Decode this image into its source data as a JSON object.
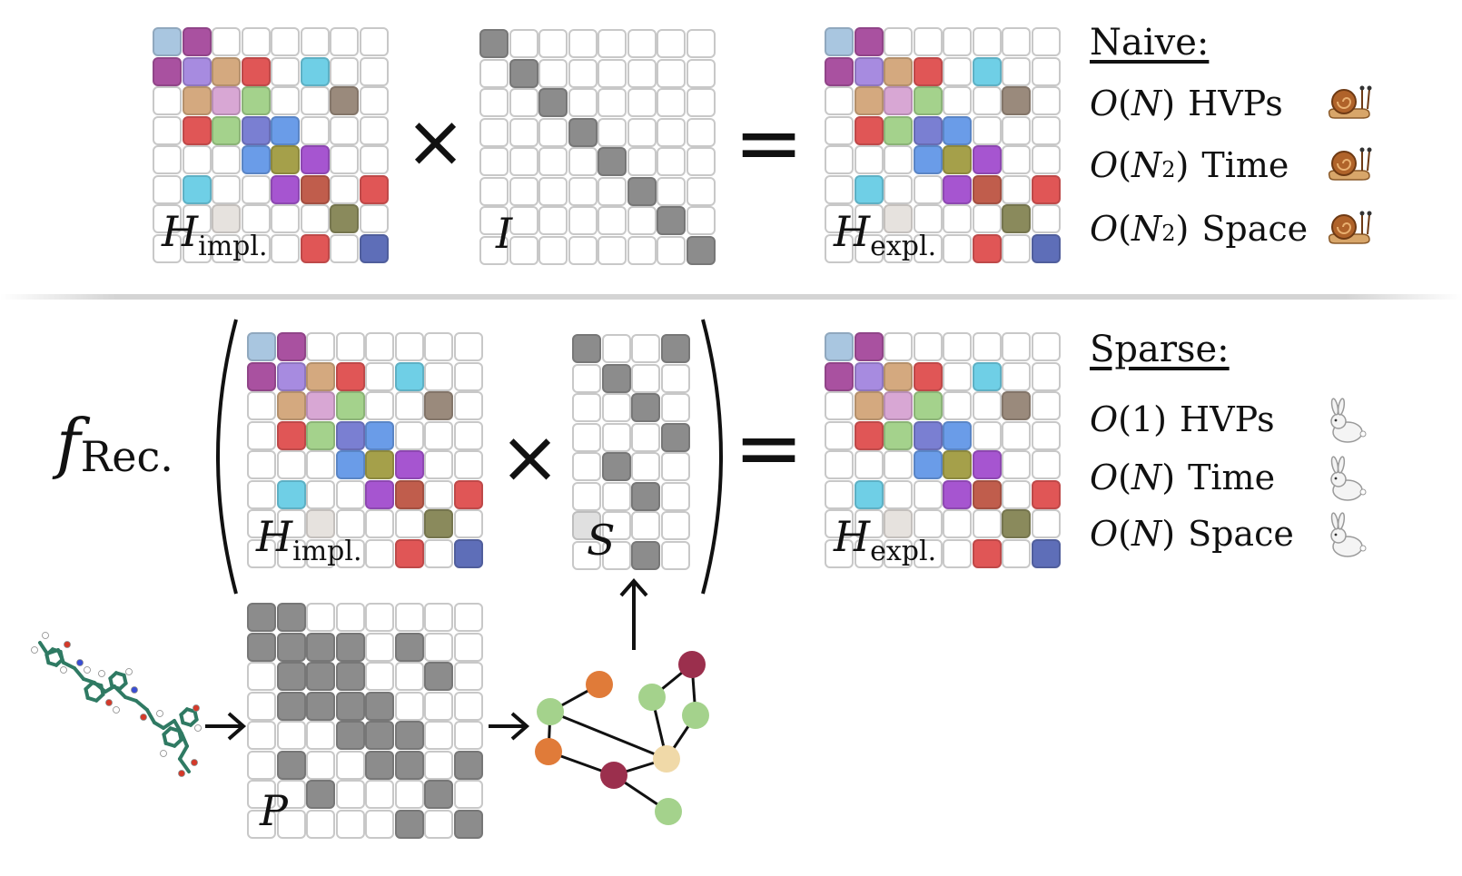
{
  "top": {
    "left_matrix": {
      "main": "H",
      "sub": "impl."
    },
    "identity_matrix": {
      "main": "I"
    },
    "result_matrix": {
      "main": "H",
      "sub": "expl."
    },
    "times_symbol": "×",
    "equals_symbol": "="
  },
  "bottom": {
    "function": {
      "main": "f",
      "sub": "Rec."
    },
    "left_matrix": {
      "main": "H",
      "sub": "impl."
    },
    "seed_matrix": {
      "main": "S"
    },
    "result_matrix": {
      "main": "H",
      "sub": "expl."
    },
    "pattern_matrix": {
      "main": "P"
    },
    "times_symbol": "×",
    "equals_symbol": "="
  },
  "naive_panel": {
    "title": "Naive:",
    "rows": [
      {
        "op": "O",
        "arg": "N",
        "exp": "",
        "label": "HVPs",
        "icon": "snail-icon"
      },
      {
        "op": "O",
        "arg": "N",
        "exp": "2",
        "label": "Time",
        "icon": "snail-icon"
      },
      {
        "op": "O",
        "arg": "N",
        "exp": "2",
        "label": "Space",
        "icon": "snail-icon"
      }
    ]
  },
  "sparse_panel": {
    "title": "Sparse:",
    "rows": [
      {
        "op": "O",
        "arg": "1",
        "exp": "",
        "label": "HVPs",
        "icon": "rabbit-icon"
      },
      {
        "op": "O",
        "arg": "N",
        "exp": "",
        "label": "Time",
        "icon": "rabbit-icon"
      },
      {
        "op": "O",
        "arg": "N",
        "exp": "",
        "label": "Space",
        "icon": "rabbit-icon"
      }
    ]
  },
  "colors": {
    "cell_border": "#c8c8c8",
    "gray_fill": "#8c8c8c",
    "light_blue": "#a9c6e0",
    "purple": "#a951a0",
    "lavender": "#a78be0",
    "tan": "#d4a97f",
    "red": "#e05656",
    "cyan": "#6fcfe6",
    "pink": "#d8a7d4",
    "green": "#a4d28c",
    "brown": "#9a8a7c",
    "slate": "#7a7fd2",
    "blue": "#6a9ce8",
    "olive": "#a5a04a",
    "violet": "#a655d0",
    "rust": "#c05d4c",
    "khaki": "#8a8a5c",
    "navy": "#5e6eb8",
    "graph_orange": "#e07b39",
    "graph_maroon": "#9b2f4d",
    "graph_green": "#a4d28c",
    "graph_cream": "#f0d9a8"
  }
}
